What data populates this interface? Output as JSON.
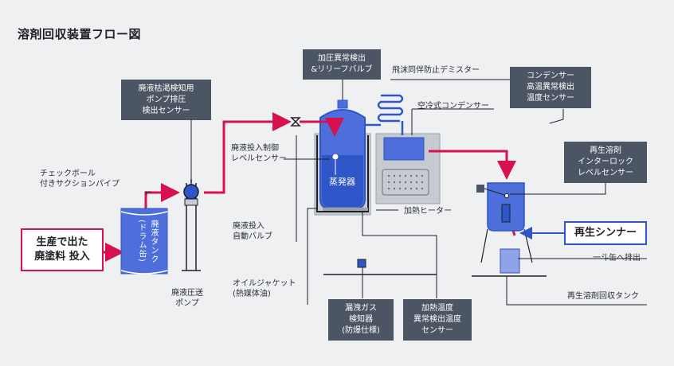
{
  "title": "溶剤回収装置フロー図",
  "labels": {
    "pressure_relief": "加圧異常検出\n&リリーフバルブ",
    "depletion_sensor": "廃液枯渇検知用\nポンプ排圧\n検出センサー",
    "demister": "飛沫同伴防止デミスター",
    "condenser": "空冷式コンデンサー",
    "condenser_temp": "コンデンサー\n高温異常検出\n温度センサー",
    "interlock": "再生溶剤\nインターロック\nレベルセンサー",
    "check_ball": "チェックボール\n付きサクションパイプ",
    "level_sensor": "廃液投入制御\nレベルセンサー",
    "evaporator": "蒸発器",
    "heater": "加熱ヒーター",
    "input": "生産で出た\n廃塗料 投入",
    "drum": "廃液タンク\n(ドラム缶)",
    "auto_valve": "廃液投入\n自動バルブ",
    "oil_jacket": "オイルジャケット\n(熱媒体油)",
    "pump": "廃液圧送\nポンプ",
    "gas_detector": "漏洩ガス\n検知器\n(防爆仕様)",
    "heat_temp": "加熱温度\n異常検出温度\nセンサー",
    "output": "再生シンナー",
    "can_discharge": "一斗缶へ排出",
    "recovery_tank": "再生溶剤回収タンク"
  },
  "colors": {
    "red_flow": "#d6114e",
    "blue_flow": "#2f56c8",
    "vessel_blue": "#4e6fdb",
    "dark_box": "#4b5563",
    "machine_grey": "#c6cbd1"
  },
  "icons": [
    "pump-icon",
    "valve-icon",
    "coil-icon",
    "gas-detector-icon"
  ]
}
